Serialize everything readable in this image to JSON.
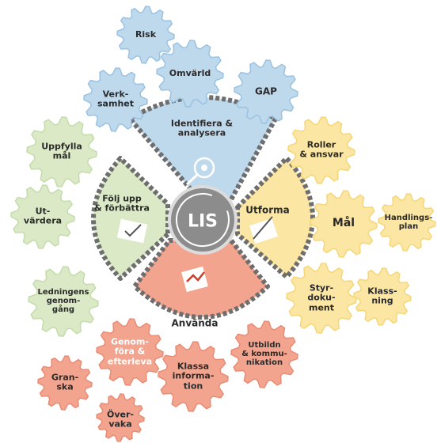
{
  "center": {
    "label": "LIS"
  },
  "phases": {
    "identify": "Identifiera &\nanalysera",
    "design": "Utforma",
    "use": "Använda",
    "followup": "Följ upp\n& förbättra"
  },
  "gears": {
    "risk": "Risk",
    "omvarld": "Omvärld",
    "verksamhet": "Verk-\nsamhet",
    "gap": "GAP",
    "roller": "Roller\n& ansvar",
    "mal": "Mål",
    "handlingsplan": "Handlings-\nplan",
    "styrdokument": "Styr-\ndoku-\nment",
    "klassning": "Klass-\nning",
    "uppfylla": "Uppfylla\nmål",
    "utvardera": "Ut-\nvärdera",
    "ledning": "Ledningens\ngenom-\ngång",
    "genomfora": "Genom-\nföra &\nefterleva",
    "klassa": "Klassa\ninforma-\ntion",
    "utbildn": "Utbildn\n& kommu-\nnikation",
    "granska": "Gran-\nska",
    "overvaka": "Över-\nvaka"
  },
  "colors": {
    "blue": "#bfd9ec",
    "blue_dark": "#9ac2e2",
    "yellow": "#fbe6a3",
    "yellow_dark": "#f6d676",
    "green": "#dbe9c7",
    "green_dark": "#c4dcaa",
    "red": "#f2a48f",
    "red_dark": "#ea8b73",
    "hub": "#8c8c8c",
    "chain": "#6e6e6e"
  }
}
